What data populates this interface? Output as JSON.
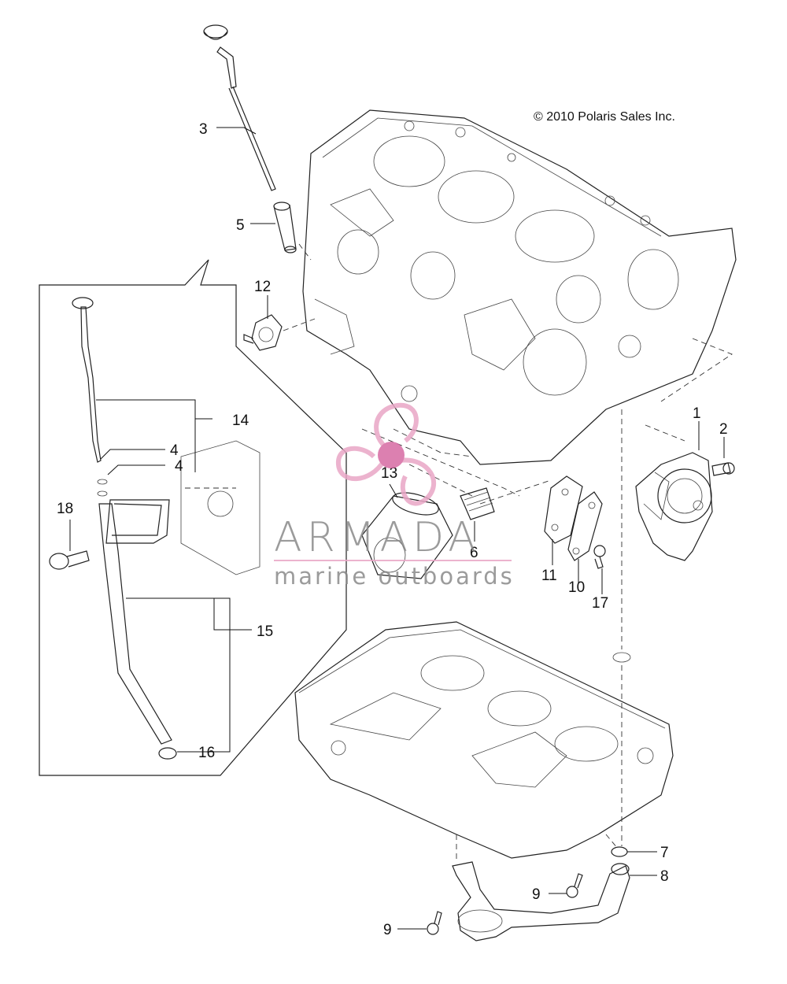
{
  "copyright": "© 2010 Polaris Sales Inc.",
  "watermark": {
    "title": "ARMADA",
    "subtitle": "marine outboards",
    "colors": {
      "text": "#8a8a8a",
      "logo": "#e9a6c6",
      "logo_dark": "#d76aa3"
    }
  },
  "callouts": {
    "c1": "1",
    "c2": "2",
    "c3": "3",
    "c4a": "4",
    "c4b": "4",
    "c5": "5",
    "c6": "6",
    "c7": "7",
    "c8": "8",
    "c9a": "9",
    "c9b": "9",
    "c10": "10",
    "c11": "11",
    "c12": "12",
    "c13": "13",
    "c14": "14",
    "c15": "15",
    "c16": "16",
    "c17": "17",
    "c18": "18"
  }
}
